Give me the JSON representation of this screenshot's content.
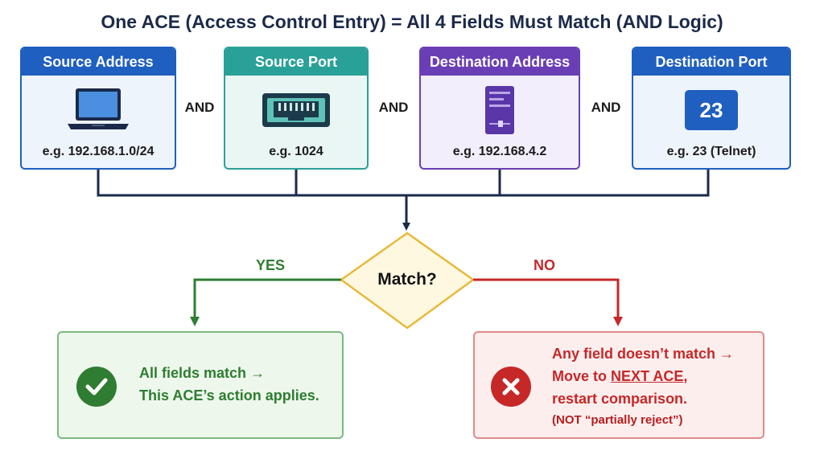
{
  "title": "One ACE (Access Control Entry) = All 4 Fields Must Match (AND Logic)",
  "fields": [
    {
      "header": "Source Address",
      "example": "e.g. 192.168.1.0/24",
      "icon": "laptop-icon",
      "color": "#1f5fbf",
      "bg": "#eef4fc"
    },
    {
      "header": "Source Port",
      "example": "e.g. 1024",
      "icon": "network-port-icon",
      "color": "#2aa198",
      "bg": "#eaf6f4"
    },
    {
      "header": "Destination Address",
      "example": "e.g. 192.168.4.2",
      "icon": "server-icon",
      "color": "#6a3fb5",
      "bg": "#f2eefb"
    },
    {
      "header": "Destination Port",
      "example": "e.g. 23 (Telnet)",
      "icon": "port-number-icon",
      "color": "#1f5fbf",
      "bg": "#eef4fc"
    }
  ],
  "port_badge": "23",
  "and_label": "AND",
  "decision": "Match?",
  "yes": {
    "label": "YES",
    "line1": "All fields match →",
    "line2": "This ACE’s action applies.",
    "color": "#2e7d32"
  },
  "no": {
    "label": "NO",
    "line1": "Any field doesn’t match →",
    "line2_prefix": "Move to ",
    "line2_emph": "NEXT ACE",
    "line2_suffix": ",",
    "line3": "restart comparison.",
    "note": "(NOT “partially reject”)",
    "color": "#c62828"
  }
}
